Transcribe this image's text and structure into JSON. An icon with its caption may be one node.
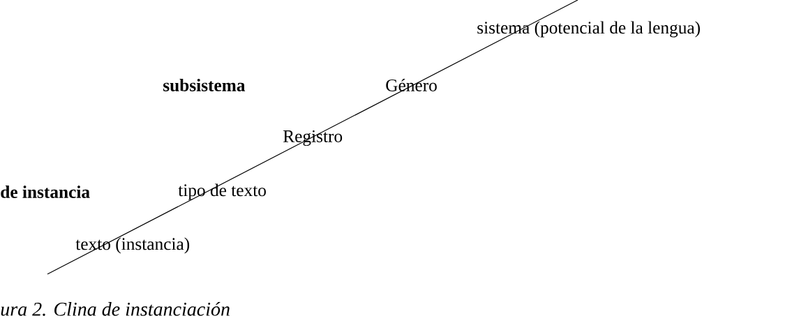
{
  "diagram": {
    "caption": "ura 2. Clina de instanciación",
    "labels": [
      "sistema (potencial de la lengua)",
      "subsistema",
      "Género",
      "Registro",
      "de instancia",
      "tipo de texto",
      "texto (instancia)"
    ]
  }
}
